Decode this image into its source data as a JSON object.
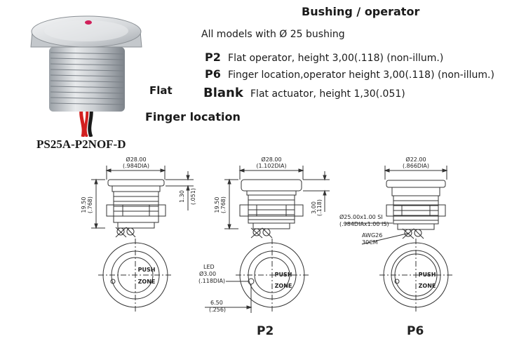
{
  "header": {
    "title": "Bushing / operator",
    "note": "All models with Ø 25 bushing"
  },
  "options": [
    {
      "code": "P2",
      "desc": "Flat operator, height 3,00(.118) (non-illum.)"
    },
    {
      "code": "P6",
      "desc": "Finger location,operator height 3,00(.118) (non-illum.)"
    },
    {
      "code": "Blank",
      "desc": "Flat actuator, height 1,30(.051)"
    }
  ],
  "photo_labels": {
    "flat": "Flat",
    "finger": "Finger location",
    "model": "PS25A-P2NOF-D"
  },
  "drawings": {
    "d1": {
      "dia": "Ø28.00",
      "dia_in": "(.984DIA)",
      "height": "19.50",
      "height_in": "(.768)",
      "cap": "1.30",
      "cap_in": "(.051)",
      "push": "PUSH",
      "zone": "ZONE"
    },
    "d2": {
      "dia": "Ø28.00",
      "dia_in": "(1.102DIA)",
      "height": "19.50",
      "height_in": "(.768)",
      "cap": "3.00",
      "cap_in": "(.118)",
      "led": "LED",
      "led_dia": "Ø3.00",
      "led_dia_in": "(.118DIA)",
      "offset": "6.50",
      "offset_in": "(.256)",
      "push": "PUSH",
      "zone": "ZONE",
      "label": "P2"
    },
    "d3": {
      "dia": "Ø22.00",
      "dia_in": "(.866DIA)",
      "thread": "Ø25.00x1.00 SI",
      "thread_in": "(.984DIAx1.00 IS)",
      "wire": "AWG26",
      "wire_len": "30CM",
      "push": "PUSH",
      "zone": "ZONE",
      "label": "P6"
    }
  },
  "colors": {
    "metal_light": "#e4e6e8",
    "metal_dark": "#8a8f94",
    "wire_red": "#d21f1f",
    "wire_black": "#1a1a1a",
    "led_red": "#d0205a",
    "line": "#333333"
  }
}
